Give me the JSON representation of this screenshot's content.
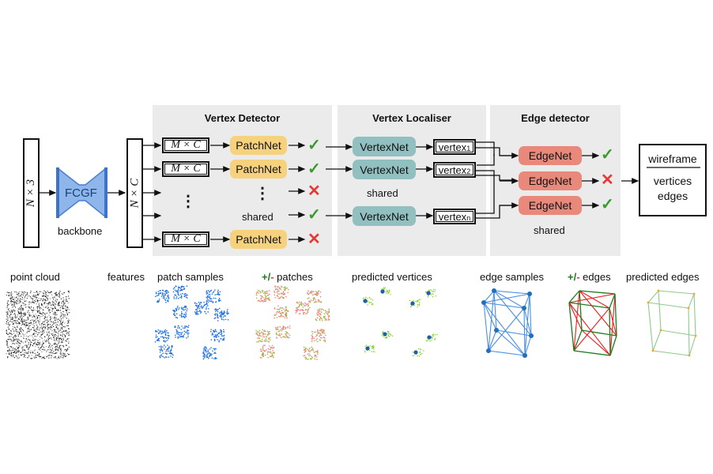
{
  "pipeline": {
    "input_tensor": "N × 3",
    "backbone": {
      "name": "FCGF",
      "label": "backbone"
    },
    "feature_tensor": "N × C",
    "vertex_detector": {
      "title": "Vertex Detector",
      "patch_label": "M × C",
      "net_label": "PatchNet",
      "shared_label": "shared",
      "ellipsis": "⋮",
      "outcomes": [
        "check",
        "check",
        "cross",
        "check",
        "cross"
      ]
    },
    "vertex_localiser": {
      "title": "Vertex Localiser",
      "net_label": "VertexNet",
      "shared_label": "shared",
      "vertices": [
        {
          "text": "vertex",
          "sub": "1"
        },
        {
          "text": "vertex",
          "sub": "2"
        },
        {
          "text": "vertex",
          "sub": "n"
        }
      ]
    },
    "edge_detector": {
      "title": "Edge detector",
      "net_label": "EdgeNet",
      "shared_label": "shared",
      "outcomes": [
        "check",
        "cross",
        "check"
      ]
    },
    "output": {
      "title": "wireframe",
      "lines": [
        "vertices",
        "edges"
      ]
    }
  },
  "captions": {
    "point_cloud": "point cloud",
    "features": "features",
    "patch_samples": "patch samples",
    "pm_patches_plus": "+/",
    "pm_patches_minus": "-",
    "pm_patches_rest": " patches",
    "predicted_vertices": "predicted vertices",
    "edge_samples": "edge samples",
    "pm_edges_plus": "+/",
    "pm_edges_minus": "-",
    "pm_edges_rest": " edges",
    "predicted_edges": "predicted edges"
  },
  "colors": {
    "check": "#3a9a2e",
    "cross": "#e53935",
    "positive": "#7ed321",
    "negative": "#f08080",
    "sample": "#1e6fe0",
    "vertex_dot": "#1f5fa8",
    "edge_sample": "#4a90e2",
    "edge_pos": "#1e7a1e",
    "edge_neg": "#ee1c1c",
    "pred_edge": "#8fc98f",
    "pred_vertex": "#f5a623"
  }
}
